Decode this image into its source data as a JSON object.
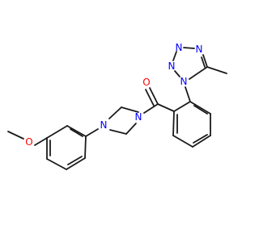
{
  "colors": {
    "bond": "#1a1a1a",
    "nitrogen": "#0000ff",
    "oxygen": "#ff0000",
    "background": "#ffffff"
  },
  "atoms": {
    "methoxy_oxygen": "O",
    "carbonyl_oxygen": "O",
    "piperazine_n_aryl": "N",
    "piperazine_n_amide": "N",
    "tetrazole_n1": "N",
    "tetrazole_n2": "N",
    "tetrazole_n3": "N",
    "tetrazole_n4": "N"
  }
}
